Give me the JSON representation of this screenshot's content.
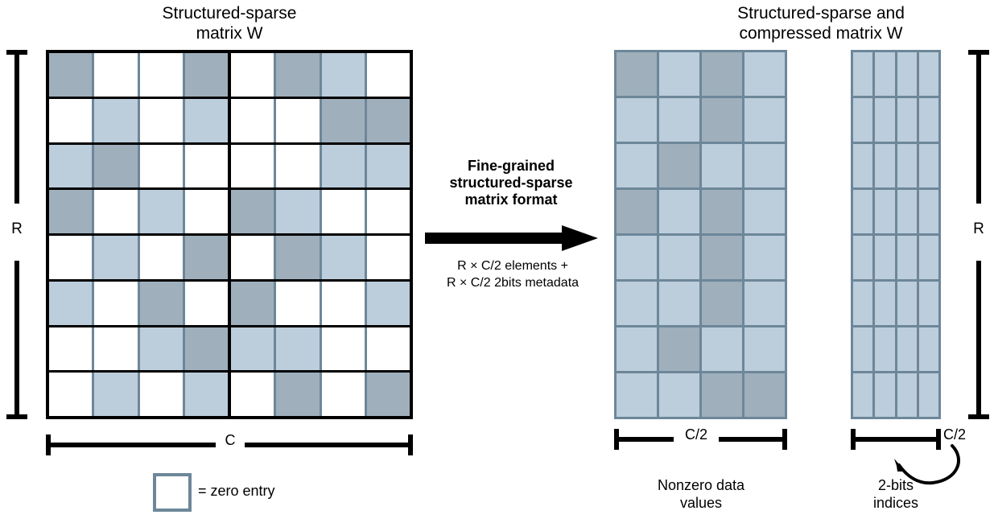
{
  "titles": {
    "left": "Structured-sparse\nmatrix W",
    "right": "Structured-sparse and\ncompressed matrix W"
  },
  "transform": {
    "heading": "Fine-grained\nstructured-sparse\nmatrix format",
    "subtext": "R × C/2 elements +\nR × C/2 2bits metadata",
    "arrow_icon": "right-arrow-icon"
  },
  "labels": {
    "rows_left": "R",
    "rows_right": "R",
    "cols_left": "C",
    "cols_data": "C/2",
    "cols_index": "C/2"
  },
  "legend": {
    "swatch_name": "zero-entry-swatch",
    "text": "= zero entry"
  },
  "captions": {
    "data": "Nonzero data\nvalues",
    "index": "2-bits\nindices"
  },
  "colors": {
    "zero": "#ffffff",
    "light": "#bccddb",
    "dark": "#9fafbc",
    "cell_border": "#6d8799",
    "grid_black": "#000000"
  },
  "chart_data": {
    "type": "heatmap",
    "title": "Structured-sparse matrix W → compressed form",
    "legend": [
      "zero entry (white)",
      "nonzero light (#bccddb)",
      "nonzero dark (#9fafbc)"
    ],
    "sparse_matrix": {
      "rows": 8,
      "cols": 8,
      "group_size": 4,
      "nonzero_per_group": 2,
      "cells": [
        [
          "dark",
          "zero",
          "zero",
          "dark",
          "zero",
          "dark",
          "light",
          "zero"
        ],
        [
          "zero",
          "light",
          "zero",
          "light",
          "zero",
          "zero",
          "dark",
          "dark"
        ],
        [
          "light",
          "dark",
          "zero",
          "zero",
          "zero",
          "zero",
          "light",
          "light"
        ],
        [
          "dark",
          "zero",
          "light",
          "zero",
          "dark",
          "light",
          "zero",
          "zero"
        ],
        [
          "zero",
          "light",
          "zero",
          "dark",
          "zero",
          "dark",
          "light",
          "zero"
        ],
        [
          "light",
          "zero",
          "dark",
          "zero",
          "dark",
          "zero",
          "zero",
          "light"
        ],
        [
          "zero",
          "zero",
          "light",
          "dark",
          "light",
          "light",
          "zero",
          "zero"
        ],
        [
          "zero",
          "light",
          "zero",
          "light",
          "zero",
          "dark",
          "zero",
          "dark"
        ]
      ]
    },
    "data_matrix": {
      "rows": 8,
      "cols": 4,
      "cells": [
        [
          "dark",
          "light",
          "dark",
          "light"
        ],
        [
          "light",
          "light",
          "dark",
          "light"
        ],
        [
          "light",
          "dark",
          "light",
          "light"
        ],
        [
          "dark",
          "light",
          "dark",
          "light"
        ],
        [
          "light",
          "light",
          "dark",
          "light"
        ],
        [
          "light",
          "light",
          "dark",
          "light"
        ],
        [
          "light",
          "dark",
          "light",
          "light"
        ],
        [
          "light",
          "light",
          "dark",
          "dark"
        ]
      ]
    },
    "index_matrix": {
      "rows": 8,
      "cols": 4,
      "cells": [
        [
          "light",
          "light",
          "light",
          "light"
        ],
        [
          "light",
          "light",
          "light",
          "light"
        ],
        [
          "light",
          "light",
          "light",
          "light"
        ],
        [
          "light",
          "light",
          "light",
          "light"
        ],
        [
          "light",
          "light",
          "light",
          "light"
        ],
        [
          "light",
          "light",
          "light",
          "light"
        ],
        [
          "light",
          "light",
          "light",
          "light"
        ],
        [
          "light",
          "light",
          "light",
          "light"
        ]
      ]
    }
  }
}
